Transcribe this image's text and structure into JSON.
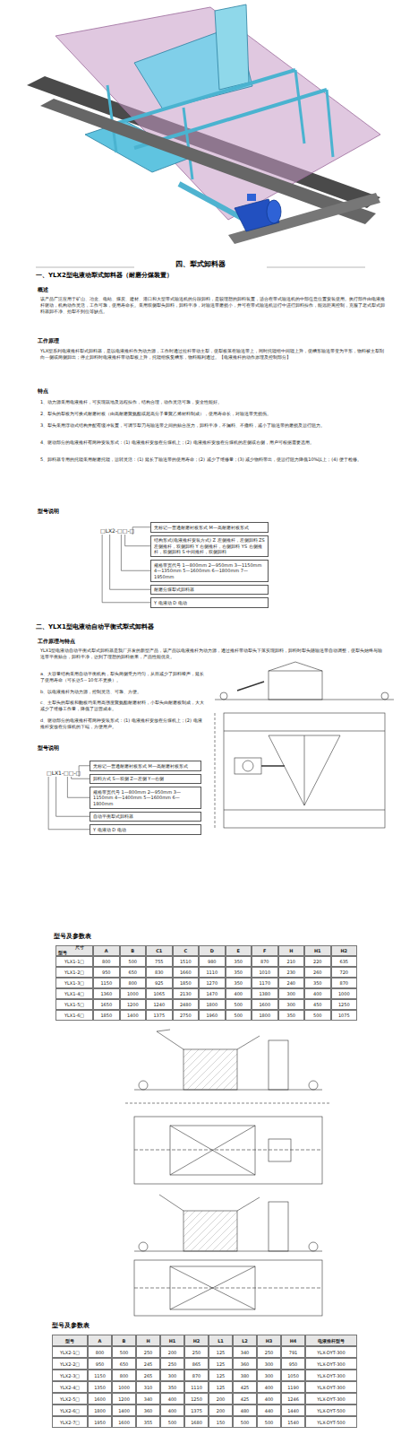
{
  "diagram": {
    "title": "四、犁式卸料器",
    "nodes": [
      {
        "text": [
          "无标记—普通耐磨衬板形式 M—高耐磨衬板形式"
        ]
      },
      {
        "text": [
          "结构形式(电液推杆安装方式) Z 左侧推杆，左侧卸料 ZS 左侧推杆，双侧卸料 Y 右侧推杆，右侧卸料 YS 右侧推杆，双侧卸料 S 中间推杆，双侧卸料"
        ]
      },
      {
        "text": [
          "规格带宽代号 1—800mm 2—950mm 3—1150mm 4—1350mm 5—1600mm 6—1800mm 7—1950mm"
        ]
      },
      {
        "text": [
          "耐磨分煤犁式卸料器"
        ]
      },
      {
        "text": [
          "Y 电液动 D 电动"
        ]
      },
      {
        "text": [
          "无标记—普通耐磨衬板形式 M—高耐磨衬板形式"
        ]
      },
      {
        "text": [
          "卸料方式 S—双侧 Z—左侧 Y—右侧"
        ]
      },
      {
        "text": [
          "规格带宽代号 1—800mm 2—950mm 3—1150mm 4—1400mm 5—1600mm 6—1800mm"
        ]
      },
      {
        "text": [
          "自动平衡犁式卸料器"
        ]
      },
      {
        "text": [
          "Y 电液动 D 电动"
        ]
      }
    ],
    "labels": [
      "一、YLX2型电液动犁式卸料器（耐磨分煤装置）",
      "概述",
      "该产品广泛应用于矿山、冶金、电站、煤炭、建材、港口和大型带式输送机的分段卸料，是较理想的卸料装置，适合在带式输送机的中部任意位置安装使用。执行部件由电液推杆驱动，机构动作灵活，工作可靠，使用寿命长。采用双侧犁头卸料，卸料干净，对输送带磨损小，并可在带式输送机运行中进行卸料操作，能远距离控制，克服了老式犁式卸料器卸不净、抬犁不到位等缺点。",
      "工作原理",
      "YLX型系列电液推杆犁式卸料器，是以电液推杆作为动力源，工作时通过拉杆带动主犁，使犁板落在输送带上，同时托辊组中间辊上升，使槽形输送带变为平形，物料被主犁刮向一侧或两侧卸出；停止卸料时电液推杆带动犁板上升，托辊组恢复槽形，物料顺利通过。【电液推杆的动作原理及控制部分】",
      "特点",
      "1、动力源采用电液推杆，可实现就地及远程操作，结构合理，动作灵活可靠，安全性能好。",
      "2、犁头的犁板为可换式耐磨衬板（由高耐磨聚氨酯或超高分子量聚乙烯材料制成），使用寿命长，对输送带无损伤。",
      "3、犁头采用浮动式结构并配有缓冲装置，可调节犁刀与输送带之间的贴合压力，卸料干净，不漏料、不撒料，减小了输送带的磨损及运行阻力。",
      "4、驱动部分的电液推杆有两种安装形式：(1) 电液推杆安放在分煤机上；(2) 电液推杆安放在分煤机的左侧或右侧，用户可根据需要选用。",
      "5、卸料器专用的托辊采用耐磨托辊，运转灵活：(1) 延长了输送带的使用寿命；(2) 减少了维修量；(3) 减少物料带出，使运行阻力降低10%以上；(4) 便于检修。",
      "型号说明",
      "□LX2-□□-□",
      "二、YLX1型电液动自动平衡式犁式卸料器",
      "工作原理与特点",
      "YLX1型电液动自动平衡式犁式卸料器是我厂开发的新型产品，该产品以电液推杆为动力源，通过推杆带动犁头下落实现卸料，卸料时犁头随输送带自动调整，使犁头始终与输送带平衡贴合，卸料干净，达到了理想的卸料效果，产品性能优良。",
      "a、大容量结构采用自动平衡机构，犁头两侧受力均匀，从而减少了卸料噪声，延长了使用寿命（可长达5～10年不更换）。",
      "b、以电液推杆为动力源，控制灵活、可靠、方便。",
      "c、主犁头的犁板和翻板均采用高强度聚氨酯耐磨材料，小犁头由耐磨板制成，大大减少了维修工作量，降低了运营成本。",
      "d、驱动部分的电液推杆有两种安装形式：(1) 电液推杆安放在分煤机上；(2) 电液推杆安放在分煤机的下端，方便用户。",
      "型号说明",
      "□LX1-□□-□",
      "型号及参数表",
      "型号",
      "A",
      "B",
      "C1",
      "C",
      "D",
      "E",
      "F",
      "H",
      "H1",
      "H2",
      "YLX1-1□",
      "800",
      "500",
      "755",
      "1510",
      "980",
      "350",
      "870",
      "210",
      "220",
      "635",
      "YLX1-2□",
      "950",
      "650",
      "830",
      "1660",
      "1110",
      "350",
      "1010",
      "230",
      "260",
      "720",
      "YLX1-3□",
      "1150",
      "800",
      "925",
      "1850",
      "1270",
      "350",
      "1170",
      "240",
      "350",
      "870",
      "YLX1-4□",
      "1360",
      "1000",
      "1065",
      "2130",
      "1470",
      "400",
      "1380",
      "300",
      "400",
      "1000",
      "YLX1-5□",
      "1650",
      "1200",
      "1240",
      "2480",
      "1800",
      "500",
      "1600",
      "300",
      "450",
      "1250",
      "YLX1-6□",
      "1850",
      "1400",
      "1375",
      "2750",
      "1960",
      "500",
      "1800",
      "350",
      "500",
      "1075",
      "尺寸",
      "型号及参数表",
      "型号",
      "A",
      "B",
      "H",
      "H1",
      "H2",
      "L1",
      "L2",
      "H3",
      "H4",
      "电液推杆型号",
      "YLX2-1□",
      "800",
      "500",
      "250",
      "200",
      "250",
      "125",
      "340",
      "250",
      "791",
      "YLX-DYT-300",
      "YLX2-2□",
      "950",
      "650",
      "245",
      "250",
      "865",
      "125",
      "360",
      "300",
      "950",
      "YLX-DYT-300",
      "YLX2-3□",
      "1150",
      "800",
      "265",
      "300",
      "870",
      "125",
      "380",
      "300",
      "1050",
      "YLX-DYT-300",
      "YLX2-4□",
      "1350",
      "1000",
      "310",
      "350",
      "1110",
      "125",
      "425",
      "400",
      "1190",
      "YLX-DYT-300",
      "YLX2-5□",
      "1600",
      "1200",
      "340",
      "400",
      "1250",
      "200",
      "425",
      "400",
      "1246",
      "YLX-DYT-300",
      "YLX2-6□",
      "1800",
      "1400",
      "360",
      "400",
      "1375",
      "200",
      "480",
      "440",
      "1440",
      "YLX-DYT-500",
      "YLX2-7□",
      "1950",
      "1600",
      "355",
      "500",
      "1680",
      "150",
      "500",
      "500",
      "1540",
      "YLX-DYT-500"
    ]
  }
}
